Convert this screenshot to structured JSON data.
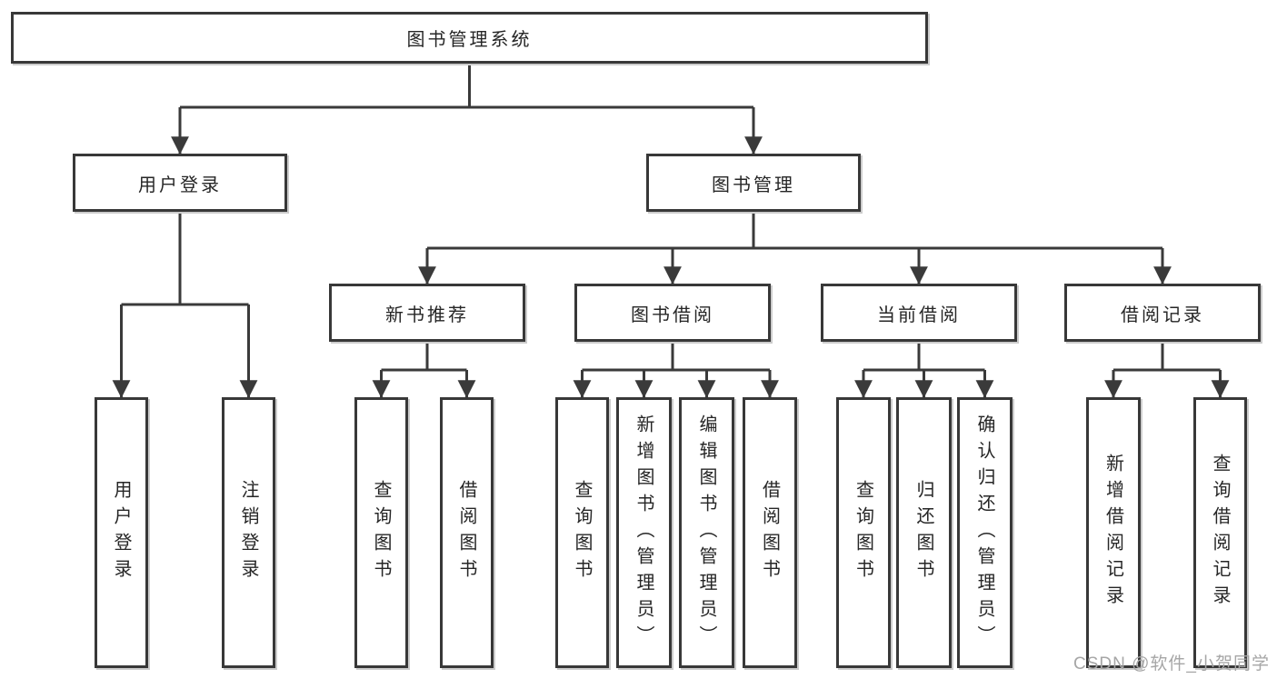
{
  "page": {
    "watermark": "CSDN @软件_小贺同学",
    "colors": {
      "line": "#3a3a3a",
      "box_border": "#383838",
      "text": "#262626",
      "watermark_text": "#a6a6a6",
      "background": "#ffffff"
    }
  },
  "tree": {
    "label": "图书管理系统",
    "children": [
      {
        "label": "用户登录",
        "children": [
          {
            "label": "用户登录"
          },
          {
            "label": "注销登录"
          }
        ]
      },
      {
        "label": "图书管理",
        "children": [
          {
            "label": "新书推荐",
            "children": [
              {
                "label": "查询图书"
              },
              {
                "label": "借阅图书"
              }
            ]
          },
          {
            "label": "图书借阅",
            "children": [
              {
                "label": "查询图书"
              },
              {
                "label": "新增图书（管理员）"
              },
              {
                "label": "编辑图书（管理员）"
              },
              {
                "label": "借阅图书"
              }
            ]
          },
          {
            "label": "当前借阅",
            "children": [
              {
                "label": "查询图书"
              },
              {
                "label": "归还图书"
              },
              {
                "label": "确认归还（管理员）"
              }
            ]
          },
          {
            "label": "借阅记录",
            "children": [
              {
                "label": "新增借阅记录"
              },
              {
                "label": "查询借阅记录"
              }
            ]
          }
        ]
      }
    ]
  }
}
